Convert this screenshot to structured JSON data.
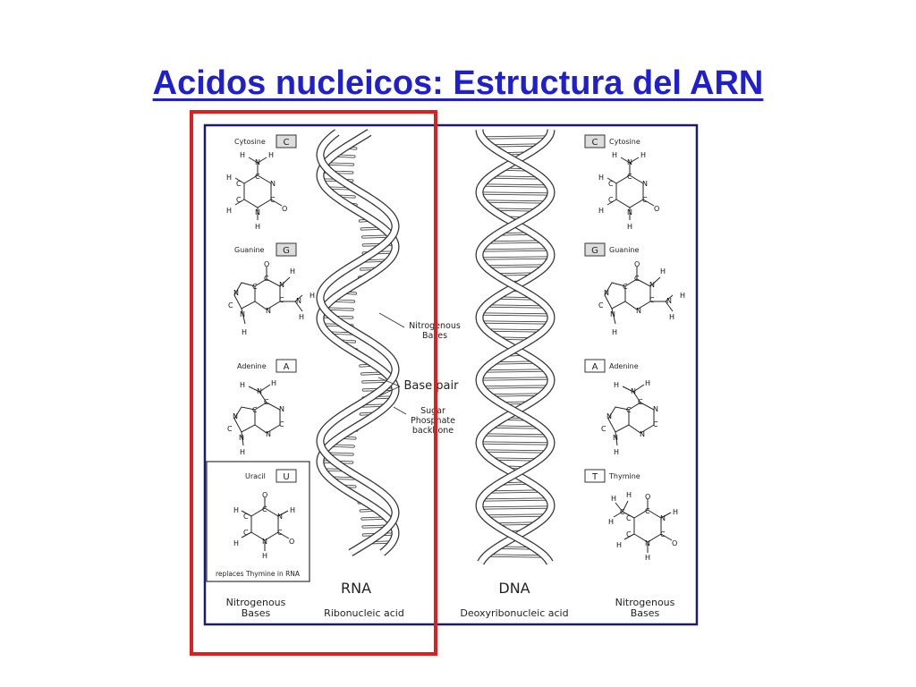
{
  "title": "Acidos nucleicos: Estructura del ARN",
  "colors": {
    "title": "#1f1fcc",
    "panel_border": "#1a1a6e",
    "highlight": "#e01e1e",
    "ink": "#222222"
  },
  "rna_side": {
    "bases": [
      {
        "name": "Cytosine",
        "letter": "C"
      },
      {
        "name": "Guanine",
        "letter": "G"
      },
      {
        "name": "Adenine",
        "letter": "A"
      },
      {
        "name": "Uracil",
        "letter": "U",
        "note": "replaces Thymine in RNA"
      }
    ],
    "caption_line1": "Nitrogenous",
    "caption_line2": "Bases",
    "strand_title": "RNA",
    "strand_subtitle": "Ribonucleic acid"
  },
  "dna_side": {
    "bases": [
      {
        "name": "Cytosine",
        "letter": "C"
      },
      {
        "name": "Guanine",
        "letter": "G"
      },
      {
        "name": "Adenine",
        "letter": "A"
      },
      {
        "name": "Thymine",
        "letter": "T"
      }
    ],
    "caption_line1": "Nitrogenous",
    "caption_line2": "Bases",
    "strand_title": "DNA",
    "strand_subtitle": "Deoxyribonucleic acid"
  },
  "callouts": {
    "nitrogenous_line1": "Nitrogenous",
    "nitrogenous_line2": "Bases",
    "base_pair": "Base pair",
    "sugar_line1": "Sugar",
    "sugar_line2": "Phosphate",
    "sugar_line3": "backbone"
  },
  "atoms": {
    "H": "H",
    "N": "N",
    "C": "C",
    "O": "O"
  }
}
